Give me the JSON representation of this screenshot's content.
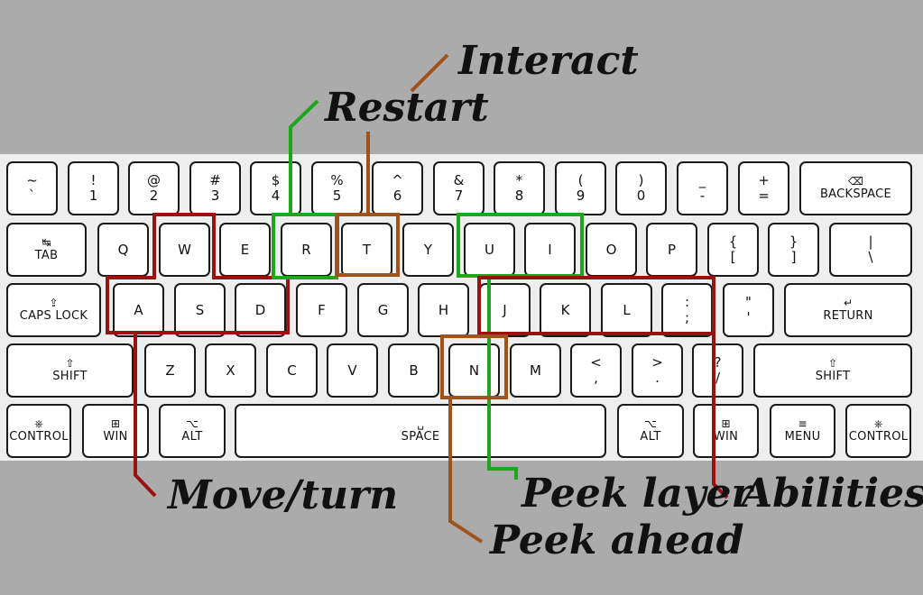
{
  "keyboard": {
    "rows": [
      [
        {
          "top": "~",
          "bottom": "`"
        },
        {
          "top": "!",
          "bottom": "1"
        },
        {
          "top": "@",
          "bottom": "2"
        },
        {
          "top": "#",
          "bottom": "3"
        },
        {
          "top": "$",
          "bottom": "4"
        },
        {
          "top": "%",
          "bottom": "5"
        },
        {
          "top": "^",
          "bottom": "6"
        },
        {
          "top": "&",
          "bottom": "7"
        },
        {
          "top": "*",
          "bottom": "8"
        },
        {
          "top": "(",
          "bottom": "9"
        },
        {
          "top": ")",
          "bottom": "0"
        },
        {
          "top": "_",
          "bottom": "-"
        },
        {
          "top": "+",
          "bottom": "="
        },
        {
          "icon": "backspace-icon",
          "label": "BACKSPACE"
        }
      ],
      [
        {
          "icon": "tab-icon",
          "label": "TAB"
        },
        {
          "label": "Q"
        },
        {
          "label": "W"
        },
        {
          "label": "E"
        },
        {
          "label": "R"
        },
        {
          "label": "T"
        },
        {
          "label": "Y"
        },
        {
          "label": "U"
        },
        {
          "label": "I"
        },
        {
          "label": "O"
        },
        {
          "label": "P"
        },
        {
          "top": "{",
          "bottom": "["
        },
        {
          "top": "}",
          "bottom": "]"
        },
        {
          "top": "|",
          "bottom": "\\"
        }
      ],
      [
        {
          "icon": "caps-lock-icon",
          "label": "CAPS LOCK"
        },
        {
          "label": "A"
        },
        {
          "label": "S"
        },
        {
          "label": "D"
        },
        {
          "label": "F"
        },
        {
          "label": "G"
        },
        {
          "label": "H"
        },
        {
          "label": "J"
        },
        {
          "label": "K"
        },
        {
          "label": "L"
        },
        {
          "top": ":",
          "bottom": ";"
        },
        {
          "top": "\"",
          "bottom": "'"
        },
        {
          "icon": "return-icon",
          "label": "RETURN"
        }
      ],
      [
        {
          "icon": "shift-icon",
          "label": "SHIFT"
        },
        {
          "label": "Z"
        },
        {
          "label": "X"
        },
        {
          "label": "C"
        },
        {
          "label": "V"
        },
        {
          "label": "B"
        },
        {
          "label": "N"
        },
        {
          "label": "M"
        },
        {
          "top": "<",
          "bottom": ","
        },
        {
          "top": ">",
          "bottom": "."
        },
        {
          "top": "?",
          "bottom": "/"
        },
        {
          "icon": "shift-icon",
          "label": "SHIFT"
        }
      ],
      [
        {
          "icon": "control-icon",
          "label": "CONTROL"
        },
        {
          "icon": "windows-icon",
          "label": "WIN"
        },
        {
          "icon": "alt-icon",
          "label": "ALT"
        },
        {
          "icon": "space-icon",
          "label": "SPACE"
        },
        {
          "icon": "alt-icon",
          "label": "ALT"
        },
        {
          "icon": "windows-icon",
          "label": "WIN"
        },
        {
          "icon": "menu-icon",
          "label": "MENU"
        },
        {
          "icon": "control-icon",
          "label": "CONTROL"
        }
      ]
    ]
  },
  "annotations": {
    "interact": {
      "label": "Interact",
      "color": "#a0521d",
      "keys": [
        "T"
      ]
    },
    "restart": {
      "label": "Restart",
      "color": "#1fa61f",
      "keys": [
        "R"
      ]
    },
    "move_turn": {
      "label": "Move/turn",
      "color": "#9b1111",
      "keys": [
        "W",
        "A",
        "S",
        "D"
      ]
    },
    "peek_layer": {
      "label": "Peek layer",
      "color": "#1fa61f",
      "keys": [
        "U",
        "I"
      ]
    },
    "abilities": {
      "label": "Abilities",
      "color": "#9b1111",
      "keys": [
        "J",
        "K",
        "L",
        ";"
      ]
    },
    "peek_ahead": {
      "label": "Peek ahead",
      "color": "#a0521d",
      "keys": [
        "N"
      ]
    }
  }
}
